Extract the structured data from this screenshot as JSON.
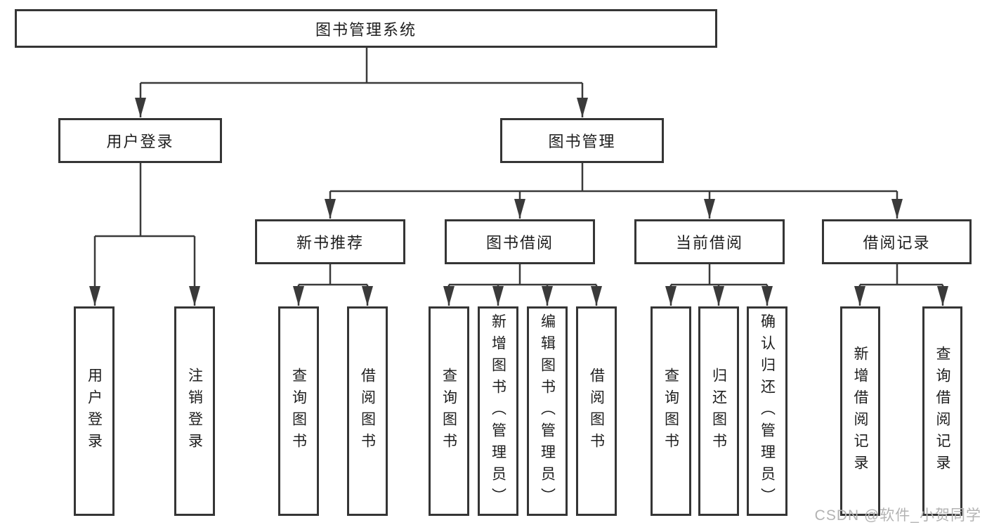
{
  "tree": {
    "title": "图书管理系统",
    "children": [
      {
        "label": "用户登录",
        "children": [
          {
            "label": "用户登录"
          },
          {
            "label": "注销登录"
          }
        ]
      },
      {
        "label": "图书管理",
        "children": [
          {
            "label": "新书推荐",
            "children": [
              {
                "label": "查询图书"
              },
              {
                "label": "借阅图书"
              }
            ]
          },
          {
            "label": "图书借阅",
            "children": [
              {
                "label": "查询图书"
              },
              {
                "label": "新增图书（管理员）"
              },
              {
                "label": "编辑图书（管理员）"
              },
              {
                "label": "借阅图书"
              }
            ]
          },
          {
            "label": "当前借阅",
            "children": [
              {
                "label": "查询图书"
              },
              {
                "label": "归还图书"
              },
              {
                "label": "确认归还（管理员）"
              }
            ]
          },
          {
            "label": "借阅记录",
            "children": [
              {
                "label": "新增借阅记录"
              },
              {
                "label": "查询借阅记录"
              }
            ]
          }
        ]
      }
    ]
  },
  "watermark": {
    "text": "CSDN @软件_小贺同学"
  },
  "colors": {
    "line": "#3a3a3a",
    "border": "#353535",
    "text": "#1e1e1e",
    "watermark": "#b3b3b3",
    "background": "#ffffff"
  }
}
